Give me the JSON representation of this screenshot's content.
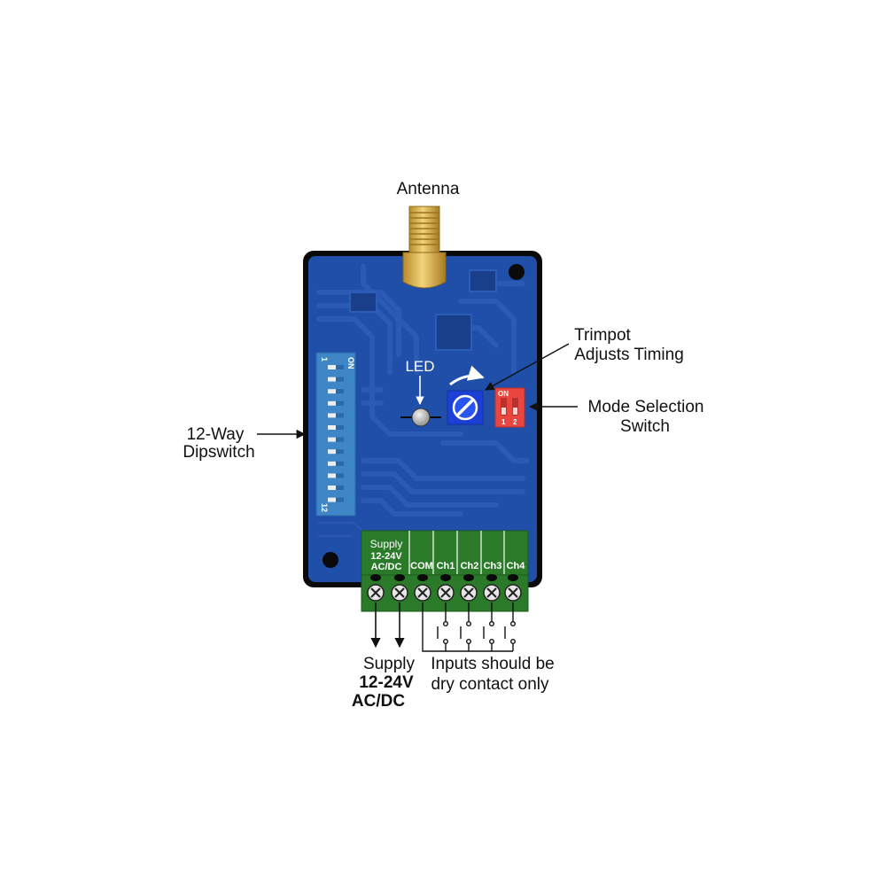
{
  "labels": {
    "antenna": "Antenna",
    "led": "LED",
    "trimpot_line1": "Trimpot",
    "trimpot_line2": "Adjusts Timing",
    "mode_line1": "Mode Selection",
    "mode_line2": "Switch",
    "dip_line1": "12-Way",
    "dip_line2": "Dipswitch",
    "supply_line1": "Supply",
    "supply_line2": "12-24V",
    "supply_line3": "AC/DC",
    "inputs_line1": "Inputs should be",
    "inputs_line2": "dry contact only"
  },
  "terminal_block": {
    "supply_header": "Supply",
    "supply_voltage": "12-24V",
    "supply_type": "AC/DC",
    "channels": [
      "COM",
      "Ch1",
      "Ch2",
      "Ch3",
      "Ch4"
    ]
  },
  "dipswitch": {
    "on_label": "ON",
    "first": "1",
    "last": "12",
    "count": 12
  },
  "mode_switch": {
    "on_label": "ON",
    "pos1": "1",
    "pos2": "2"
  },
  "colors": {
    "board": "#1f4fa8",
    "board_border": "#0a0a0a",
    "terminal": "#2a7a2a",
    "dipswitch": "#3f86c6",
    "mode_switch": "#e8463f",
    "trimpot": "#1c3fd6",
    "antenna": "#d9b04a"
  }
}
